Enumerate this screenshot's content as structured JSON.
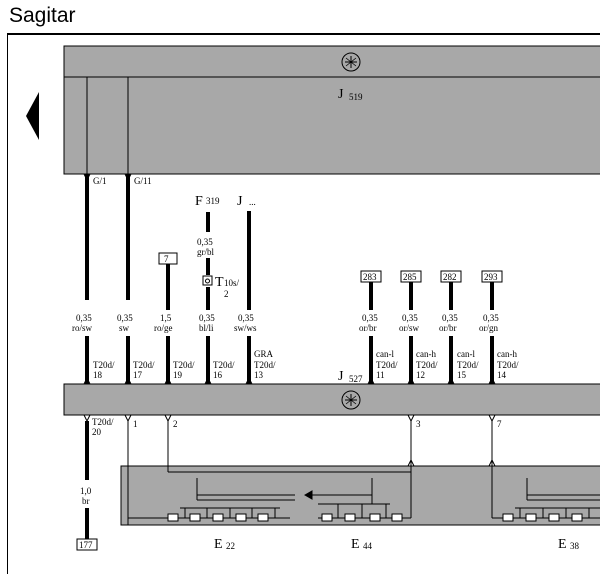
{
  "title": "Sagitar",
  "modules": {
    "top": {
      "label": "J",
      "sub": "519"
    },
    "bottom": {
      "label": "J",
      "sub": "527"
    }
  },
  "top_pins": [
    {
      "conn": "G/1"
    },
    {
      "conn": "G/11"
    }
  ],
  "components": {
    "f319": {
      "label": "F",
      "sub": "319"
    },
    "j_other": {
      "label": "J",
      "sub": "..."
    },
    "t10": {
      "label": "T",
      "sub": "10s/",
      "num": "2"
    }
  },
  "f319_wire": {
    "size": "0,35",
    "color": "gr/bl"
  },
  "refs": [
    "7",
    "283",
    "285",
    "282",
    "293",
    "177"
  ],
  "wires": [
    {
      "size": "0,35",
      "color": "ro/sw",
      "conn": "T20d/",
      "pin": "18",
      "fn": ""
    },
    {
      "size": "0,35",
      "color": "sw",
      "conn": "T20d/",
      "pin": "17",
      "fn": ""
    },
    {
      "size": "1,5",
      "color": "ro/ge",
      "conn": "T20d/",
      "pin": "19",
      "fn": ""
    },
    {
      "size": "0,35",
      "color": "bl/li",
      "conn": "T20d/",
      "pin": "16",
      "fn": ""
    },
    {
      "size": "0,35",
      "color": "sw/ws",
      "conn": "T20d/",
      "pin": "13",
      "fn": "GRA"
    },
    {
      "size": "0,35",
      "color": "or/br",
      "conn": "T20d/",
      "pin": "11",
      "fn": "can-l"
    },
    {
      "size": "0,35",
      "color": "or/sw",
      "conn": "T20d/",
      "pin": "12",
      "fn": "can-h"
    },
    {
      "size": "0,35",
      "color": "or/br",
      "conn": "T20d/",
      "pin": "15",
      "fn": "can-l"
    },
    {
      "size": "0,35",
      "color": "or/gn",
      "conn": "T20d/",
      "pin": "14",
      "fn": "can-h"
    }
  ],
  "bottom_pins": [
    {
      "conn": "T20d/",
      "pin": "20"
    },
    {
      "pin": "1"
    },
    {
      "pin": "2"
    },
    {
      "pin": "3"
    },
    {
      "pin": "7"
    }
  ],
  "ground_wire": {
    "size": "1,0",
    "color": "br"
  },
  "switches": [
    {
      "label": "E",
      "sub": "22"
    },
    {
      "label": "E",
      "sub": "44"
    },
    {
      "label": "E",
      "sub": "38"
    }
  ],
  "colors": {
    "module": "#a8a8a8",
    "line": "#000000"
  }
}
